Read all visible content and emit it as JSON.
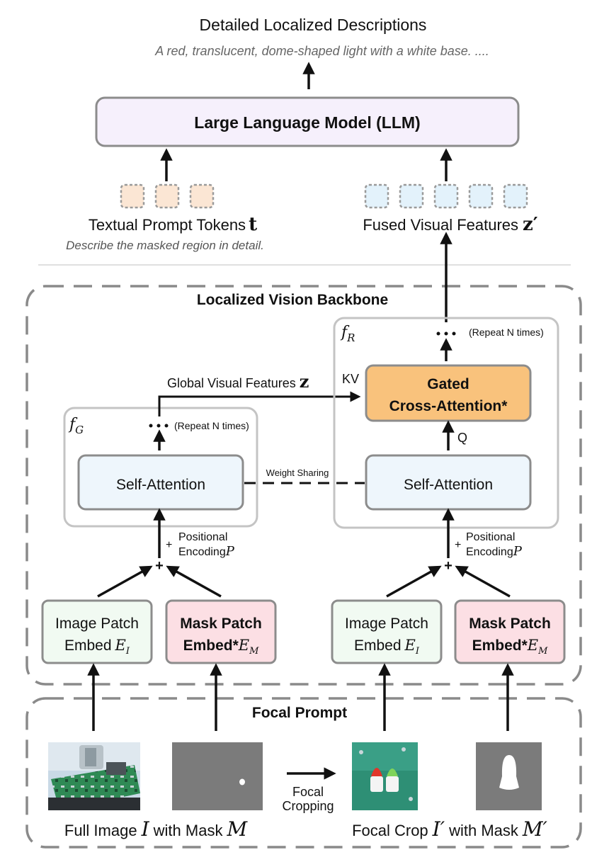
{
  "output": {
    "title": "Detailed Localized Descriptions",
    "example": "A red, translucent, dome-shaped light with a white base. ...."
  },
  "llm": {
    "label": "Large Language Model (LLM)"
  },
  "text_prompt": {
    "label": "Textual Prompt Tokens",
    "symbol": "t",
    "example": "Describe the masked region in detail.",
    "token_color": "#fbe6d4"
  },
  "fused": {
    "label": "Fused Visual Features",
    "symbol": "z′",
    "token_color": "#e3f2fb"
  },
  "backbone": {
    "title": "Localized Vision Backbone"
  },
  "global_branch": {
    "name_base": "f",
    "name_sub": "G",
    "repeat": "(Repeat N times)",
    "self_attention": "Self-Attention",
    "global_features_label": "Global Visual Features",
    "global_features_symbol": "z"
  },
  "regional_branch": {
    "name_base": "f",
    "name_sub": "R",
    "repeat": "(Repeat N times)",
    "self_attention": "Self-Attention",
    "cross_attention_line1": "Gated",
    "cross_attention_line2": "Cross-Attention*",
    "kv_label": "KV",
    "q_label": "Q"
  },
  "weight_sharing": "Weight Sharing",
  "positional": {
    "plus": "+",
    "line1": "Positional",
    "line2": "Encoding",
    "symbol": "P"
  },
  "sum_symbol": "+",
  "embeds": {
    "image_line1": "Image Patch",
    "image_line2": "Embed",
    "image_symbol": "E",
    "image_sub": "I",
    "mask_line1": "Mask Patch",
    "mask_line2": "Embed*",
    "mask_symbol": "E",
    "mask_sub": "M"
  },
  "focal_prompt": {
    "title": "Focal Prompt",
    "cropping_line1": "Focal",
    "cropping_line2": "Cropping",
    "full_image_label": "Full Image",
    "full_image_symbol": "I",
    "with_mask": "with Mask",
    "mask_symbol": "M",
    "focal_crop_label": "Focal Crop",
    "focal_crop_symbol": "I′",
    "crop_mask_symbol": "M′"
  },
  "colors": {
    "llm_fill": "#f6f0fc",
    "attention_fill": "#eef6fc",
    "cross_attention_fill": "#f9c27c",
    "image_embed_fill": "#f1faf2",
    "mask_embed_fill": "#fcdfe4",
    "mask_gray": "#7b7b7b"
  },
  "icons": [
    "up-arrow-icon",
    "right-arrow-icon",
    "ellipsis-icon"
  ]
}
